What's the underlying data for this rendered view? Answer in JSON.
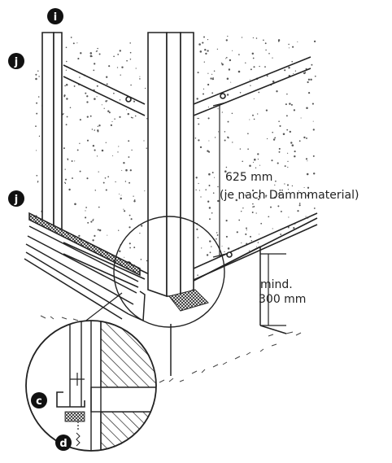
{
  "dimensions": {
    "spacing_value": "625 mm",
    "spacing_note": "(je nach Dämmmaterial)",
    "min_prefix": "mind.",
    "min_value": "300 mm"
  },
  "markers": {
    "i": "i",
    "j_top": "j",
    "j_bottom": "j",
    "c": "c",
    "d": "d"
  }
}
